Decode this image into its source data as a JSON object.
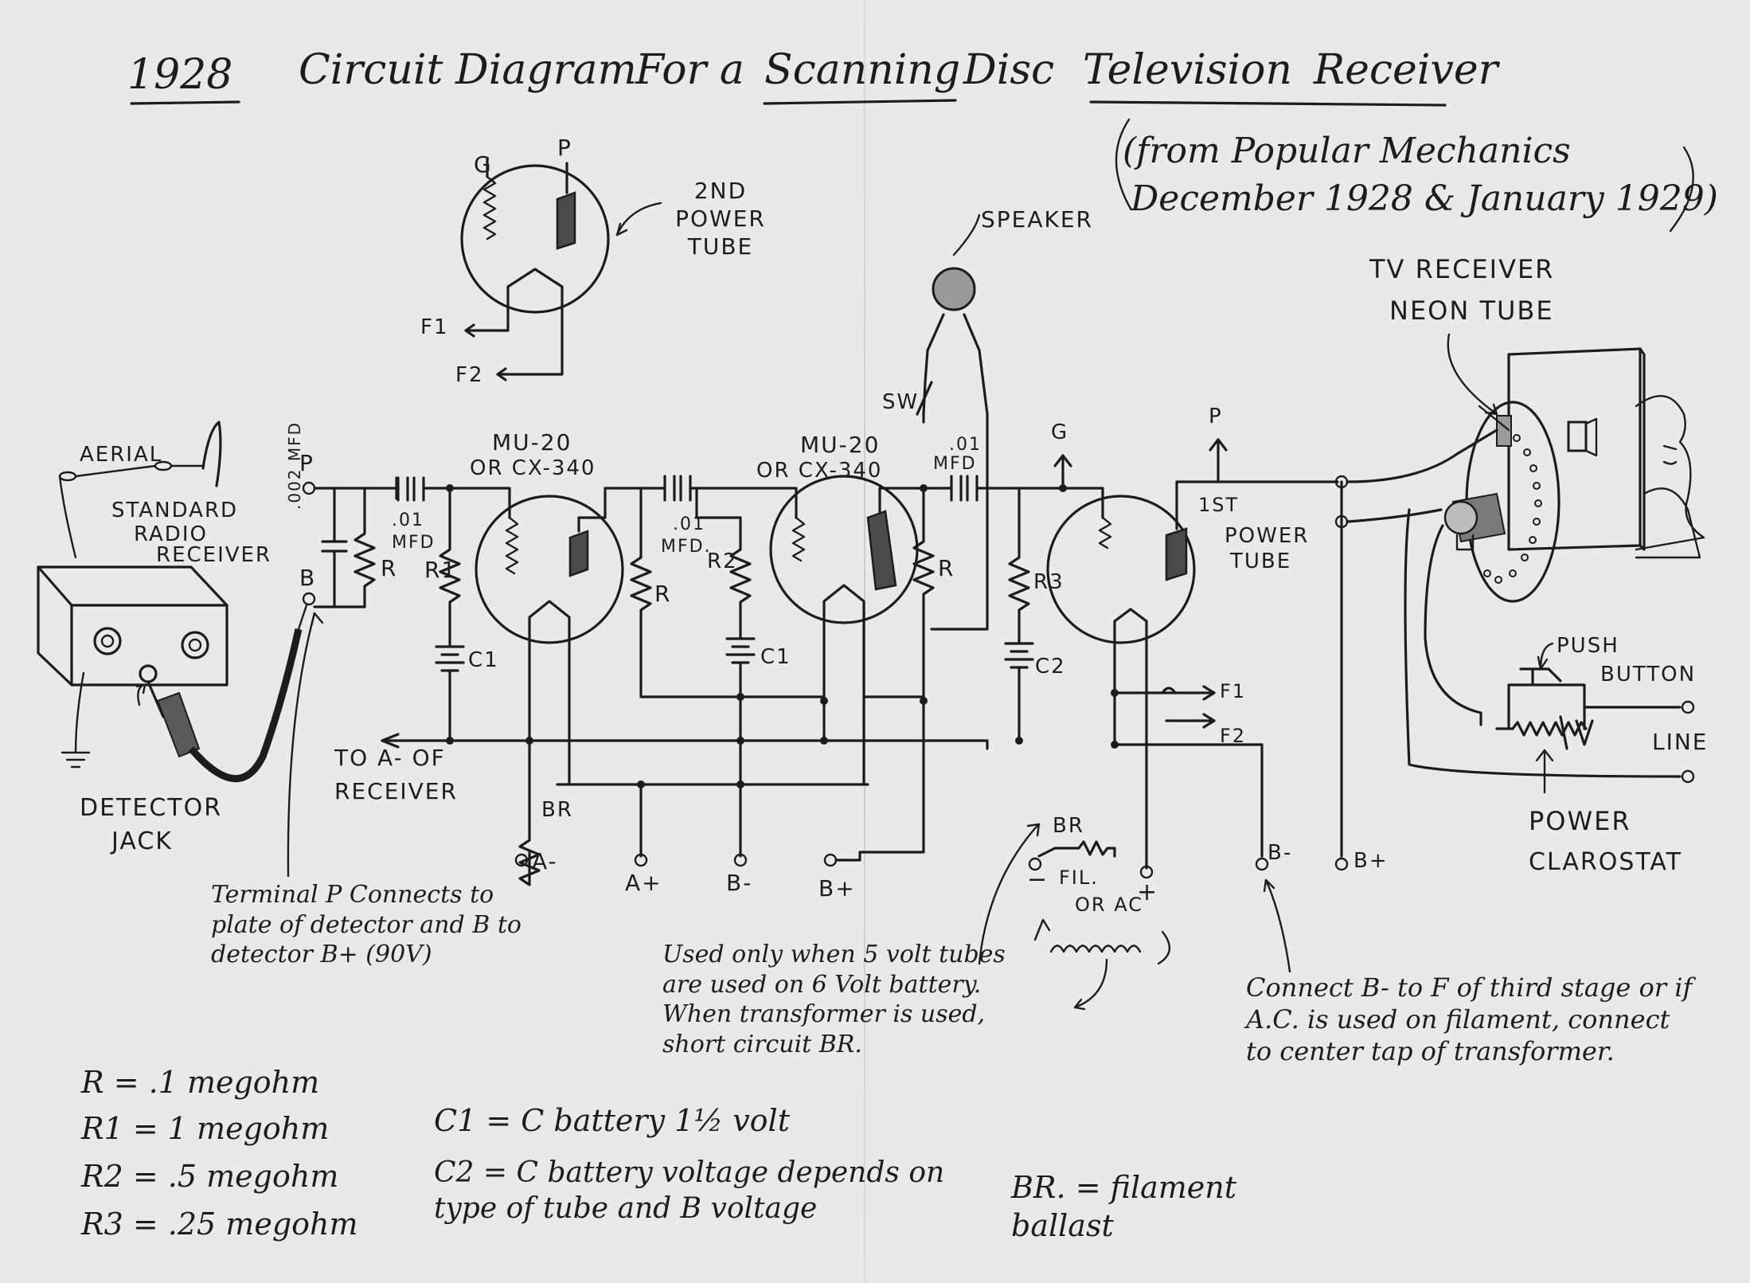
{
  "title": {
    "year": "1928",
    "words": [
      "Circuit",
      "Diagram",
      "For a",
      "Scanning",
      "Disc",
      "Television",
      "Receiver"
    ]
  },
  "source": {
    "line1": "(from Popular Mechanics",
    "line2": "December 1928 & January 1929)"
  },
  "labels": {
    "second_power_tube": "2ND POWER TUBE",
    "second_g": "G",
    "second_p": "P",
    "second_f1": "F1",
    "second_f2": "F2",
    "speaker": "SPEAKER",
    "switch": "SW",
    "tv_receiver": "TV RECEIVER",
    "neon_tube": "NEON TUBE",
    "aerial": "AERIAL",
    "standard_radio": "STANDARD",
    "radio": "RADIO",
    "receiver": "RECEIVER",
    "detector": "DETECTOR",
    "jack": "JACK",
    "term_p": "P",
    "term_b": "B",
    "cap_vertical": ".002 MFD",
    "r_first": "R",
    "cap1": ".01 MFD",
    "r1": "R1",
    "c1_first": "C1",
    "tube1_a": "MU-20",
    "tube1_b": "OR CX-340",
    "cap2_a": ".01",
    "cap2_b": "MFD.",
    "r_second": "R",
    "r2": "R2",
    "c1_second": "C1",
    "tube2_a": "MU-20",
    "tube2_b": "OR CX-340",
    "cap3_a": ".01",
    "cap3_b": "MFD",
    "r_third": "R",
    "g_out": "G",
    "r3": "R3",
    "c2": "C2",
    "p_out": "P",
    "first_power_a": "1ST",
    "first_power_b": "POWER",
    "first_power_c": "TUBE",
    "f1_out": "F1",
    "f2_out": "F2",
    "to_a": "TO A- OF",
    "to_a_b": "RECEIVER",
    "br_left": "BR",
    "a_minus": "A-",
    "a_plus": "A+",
    "b_minus": "B-",
    "b_plus": "B+",
    "br_fil": "BR",
    "fil": "FIL.",
    "or_ac": "OR AC",
    "fil_minus": "−",
    "fil_plus": "+",
    "b_minus_right": "B-",
    "b_plus_right": "B+",
    "push_a": "PUSH",
    "push_b": "BUTTON",
    "line": "LINE",
    "power": "POWER",
    "clarostat": "CLAROSTAT"
  },
  "notes": {
    "terminal": "Terminal P Connects to plate of detector and B to detector B+ (90V)",
    "used_only": "Used only when 5 volt tubes are used on 6 Volt battery. When transformer is used, short circuit BR.",
    "connect": "Connect B- to F of third stage or if A.C. is used on filament, connect to center tap of transformer."
  },
  "legend": {
    "r": "R = .1 megohm",
    "r1": "R1 = 1 megohm",
    "r2": "R2 = .5 megohm",
    "r3": "R3 = .25 megohm",
    "c1": "C1 = C battery 1½ volt",
    "c2": "C2 = C battery voltage depends on type of tube and B voltage",
    "br": "BR. = filament ballast"
  },
  "colors": {
    "paper": "#e9e9e7",
    "ink": "#1c1c1c"
  }
}
